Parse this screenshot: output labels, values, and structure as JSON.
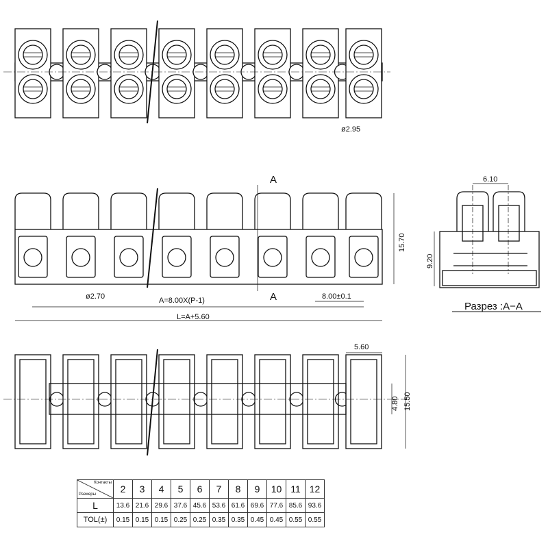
{
  "top_view": {
    "hole_dim": "ø2.95"
  },
  "front_view": {
    "section_mark": "A",
    "hole_dim": "ø2.70",
    "pitch_formula": "A=8.00X(P-1)",
    "pitch": "8.00±0.1",
    "length_formula": "L=A+5.60",
    "height": "15.70"
  },
  "bottom_view": {
    "width": "5.60",
    "slot": "4.80",
    "height": "15.50"
  },
  "section_view": {
    "width": "6.10",
    "height": "9.20",
    "caption": "Разрез :A−A"
  },
  "table": {
    "header_top": "Контакты",
    "header_bottom": "Размеры",
    "contacts": [
      "2",
      "3",
      "4",
      "5",
      "6",
      "7",
      "8",
      "9",
      "10",
      "11",
      "12"
    ],
    "rows": [
      {
        "label": "L",
        "values": [
          "13.6",
          "21.6",
          "29.6",
          "37.6",
          "45.6",
          "53.6",
          "61.6",
          "69.6",
          "77.6",
          "85.6",
          "93.6"
        ]
      },
      {
        "label": "TOL(±)",
        "values": [
          "0.15",
          "0.15",
          "0.15",
          "0.25",
          "0.25",
          "0.35",
          "0.35",
          "0.45",
          "0.45",
          "0.55",
          "0.55"
        ]
      }
    ]
  }
}
